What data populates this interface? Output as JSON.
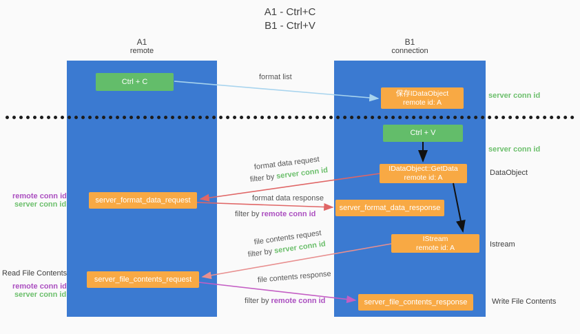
{
  "title": {
    "line1": "A1 - Ctrl+C",
    "line2": "B1 - Ctrl+V"
  },
  "lanes": {
    "left": {
      "name": "A1",
      "sub": "remote"
    },
    "right": {
      "name": "B1",
      "sub": "connection"
    }
  },
  "nodes": {
    "ctrl_c": {
      "label": "Ctrl + C"
    },
    "save_dataobject": {
      "line1": "保存IDataObject",
      "line2": "remote id: A"
    },
    "ctrl_v": {
      "label": "Ctrl + V"
    },
    "getdata": {
      "line1": "IDataObject::GetData",
      "line2": "remote id: A"
    },
    "format_request": {
      "label": "server_format_data_request"
    },
    "format_response": {
      "label": "server_format_data_response"
    },
    "istream": {
      "line1": "IStream",
      "line2": "remote id: A"
    },
    "file_request": {
      "label": "server_file_contents_request"
    },
    "file_response": {
      "label": "server_file_contents_response"
    }
  },
  "side_labels": {
    "server_conn_id": "server conn id",
    "remote_conn_id": "remote conn id",
    "dataobject": "DataObject",
    "istream": "Istream",
    "read_file_contents": "Read File Contents",
    "write_file_contents": "Write File Contents"
  },
  "arrow_labels": {
    "format_list": "format list",
    "format_data_request": "format data request",
    "format_data_response": "format data response",
    "file_contents_request": "file contents request",
    "file_contents_response": "file contents response",
    "filter_by": "filter by",
    "server_conn_id": "server conn id",
    "remote_conn_id": "remote conn id"
  },
  "colors": {
    "lane_blue": "#3b7ad1",
    "box_green": "#63bd6a",
    "box_orange": "#f8a944",
    "green_text": "#6cbf6c",
    "purple_text": "#ab4fc0",
    "arrow_blue": "#a8d4ee",
    "arrow_red": "#e06666",
    "arrow_pink": "#e88f8f",
    "arrow_magenta": "#c45ec4",
    "arrow_black": "#111111"
  }
}
